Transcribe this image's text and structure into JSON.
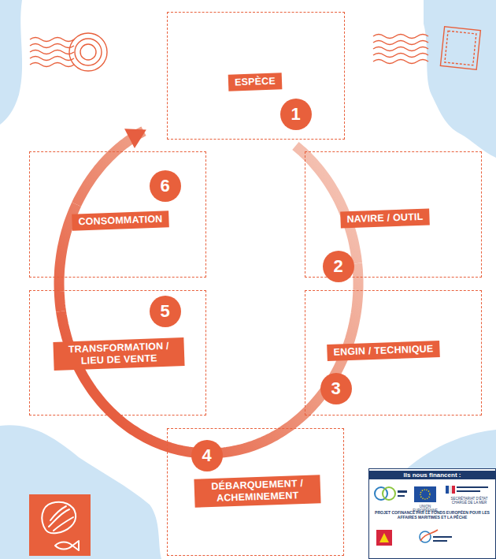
{
  "diagram": {
    "nodes": [
      {
        "text": [
          "ESPÈCE"
        ]
      },
      {
        "text": [
          "1"
        ],
        "in": 0
      },
      {
        "text": [
          "NAVIRE / OUTIL"
        ]
      },
      {
        "text": [
          "2"
        ],
        "in": 2
      },
      {
        "text": [
          "ENGIN / TECHNIQUE"
        ]
      },
      {
        "text": [
          "3"
        ],
        "in": 4
      },
      {
        "text": [
          "DÉBARQUEMENT / ACHEMINEMENT"
        ]
      },
      {
        "text": [
          "4"
        ],
        "in": 6
      },
      {
        "text": [
          "TRANSFORMATION / LIEU DE VENTE"
        ]
      },
      {
        "text": [
          "5"
        ],
        "in": 8
      },
      {
        "text": [
          "CONSOMMATION"
        ]
      },
      {
        "text": [
          "6"
        ],
        "in": 10
      },
      {
        "text": [
          "Ils nous financent :",
          "PROJET COFINANCÉ PAR LE FONDS EUROPÉEN POUR LES AFFAIRES MARITIMES ET LA PÊCHE"
        ]
      }
    ],
    "edges": [
      {
        "from": 0,
        "to": 2,
        "arrow": "none"
      },
      {
        "from": 2,
        "to": 4,
        "arrow": "none"
      },
      {
        "from": 4,
        "to": 6,
        "arrow": "none"
      },
      {
        "from": 6,
        "to": 8,
        "arrow": "none"
      },
      {
        "from": 8,
        "to": 10,
        "arrow": "none"
      },
      {
        "from": 10,
        "to": 0,
        "arrow": "to"
      }
    ],
    "labels": [
      "UNION EUROPÉENNE",
      "SECRÉTARIAT D'ÉTAT CHARGÉ DE LA MER"
    ]
  }
}
